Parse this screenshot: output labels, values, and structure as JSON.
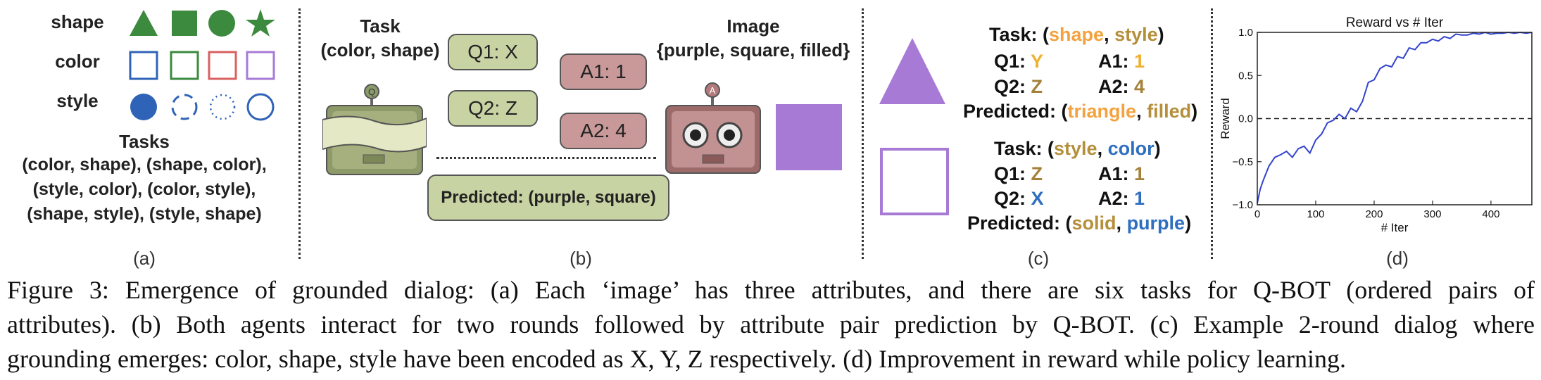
{
  "panel_a": {
    "row_labels": [
      "shape",
      "color",
      "style"
    ],
    "tasks_title": "Tasks",
    "tasks_lines": [
      "(color, shape), (shape, color),",
      "(style, color), (color, style),",
      "(shape, style), (style, shape)"
    ],
    "letter": "(a)",
    "colors": {
      "green": "#3b8a3e",
      "blue": "#2f63b8",
      "red": "#d96060",
      "purple": "#a77ad6"
    }
  },
  "panel_b": {
    "task_title": "Task",
    "task_value": "(color, shape)",
    "image_title": "Image",
    "image_value": "{purple, square, filled}",
    "q1": "Q1: X",
    "q2": "Q2: Z",
    "a1": "A1: 1",
    "a2": "A2: 4",
    "predicted": "Predicted: (purple, square)",
    "qbot_badge": "Q",
    "abot_badge": "A",
    "letter": "(b)"
  },
  "panel_c": {
    "ex1": {
      "task_prefix": "Task: (",
      "task_attr1": "shape",
      "task_sep": ", ",
      "task_attr2": "style",
      "task_suffix": ")",
      "q1_label": "Q1:",
      "q1_val": "Y",
      "a1_label": "A1:",
      "a1_val": "1",
      "q2_label": "Q2:",
      "q2_val": "Z",
      "a2_label": "A2:",
      "a2_val": "4",
      "pred_prefix": "Predicted: (",
      "pred1": "triangle",
      "pred_sep": ", ",
      "pred2": "filled",
      "pred_suffix": ")"
    },
    "ex2": {
      "task_prefix": "Task: (",
      "task_attr1": "style",
      "task_sep": ", ",
      "task_attr2": "color",
      "task_suffix": ")",
      "q1_label": "Q1:",
      "q1_val": "Z",
      "a1_label": "A1:",
      "a1_val": "1",
      "q2_label": "Q2:",
      "q2_val": "X",
      "a2_label": "A2:",
      "a2_val": "1",
      "pred_prefix": "Predicted: (",
      "pred1": "solid",
      "pred_sep": ", ",
      "pred2": "purple",
      "pred_suffix": ")"
    },
    "letter": "(c)"
  },
  "chart_data": {
    "type": "line",
    "title": "Reward vs # Iter",
    "xlabel": "# Iter",
    "ylabel": "Reward",
    "xlim": [
      0,
      470
    ],
    "ylim": [
      -1.0,
      1.0
    ],
    "xticks": [
      0,
      100,
      200,
      300,
      400
    ],
    "yticks": [
      -1.0,
      -0.5,
      0.0,
      0.5,
      1.0
    ],
    "xtick_labels": [
      "0",
      "100",
      "200",
      "300",
      "400"
    ],
    "ytick_labels": [
      "−1.0",
      "−0.5",
      "0.0",
      "0.5",
      "1.0"
    ],
    "reference_line_y": 0.0,
    "line_color": "#3344cc",
    "series": [
      {
        "x": [
          0,
          5,
          10,
          20,
          30,
          40,
          50,
          60,
          70,
          80,
          90,
          100,
          110,
          120,
          130,
          140,
          150,
          160,
          170,
          180,
          190,
          200,
          210,
          220,
          230,
          240,
          250,
          260,
          270,
          280,
          290,
          300,
          310,
          320,
          330,
          340,
          350,
          360,
          370,
          380,
          390,
          400,
          410,
          420,
          430,
          440,
          450,
          460,
          470
        ],
        "y": [
          -0.98,
          -0.82,
          -0.72,
          -0.55,
          -0.45,
          -0.42,
          -0.38,
          -0.45,
          -0.35,
          -0.32,
          -0.4,
          -0.25,
          -0.18,
          -0.05,
          -0.02,
          0.05,
          0.0,
          0.12,
          0.08,
          0.2,
          0.42,
          0.45,
          0.58,
          0.62,
          0.6,
          0.72,
          0.7,
          0.82,
          0.8,
          0.88,
          0.88,
          0.92,
          0.9,
          0.95,
          0.93,
          0.98,
          0.97,
          0.97,
          0.99,
          0.98,
          1.0,
          0.98,
          0.99,
          0.99,
          1.0,
          0.99,
          1.0,
          0.99,
          1.0
        ]
      }
    ],
    "grid": false
  },
  "panel_d": {
    "letter": "(d)"
  },
  "caption": {
    "line1": "Figure 3:  Emergence of grounded dialog:  (a) Each ‘image’ has three attributes, and there are six tasks for Q-BOT (ordered pairs of",
    "line2": "attributes).  (b) Both agents interact for two rounds followed by attribute pair prediction by Q-BOT.  (c) Example 2-round dialog where",
    "line3": "grounding emerges: color, shape, style have been encoded as X, Y, Z respectively.  (d) Improvement in reward while policy learning."
  }
}
